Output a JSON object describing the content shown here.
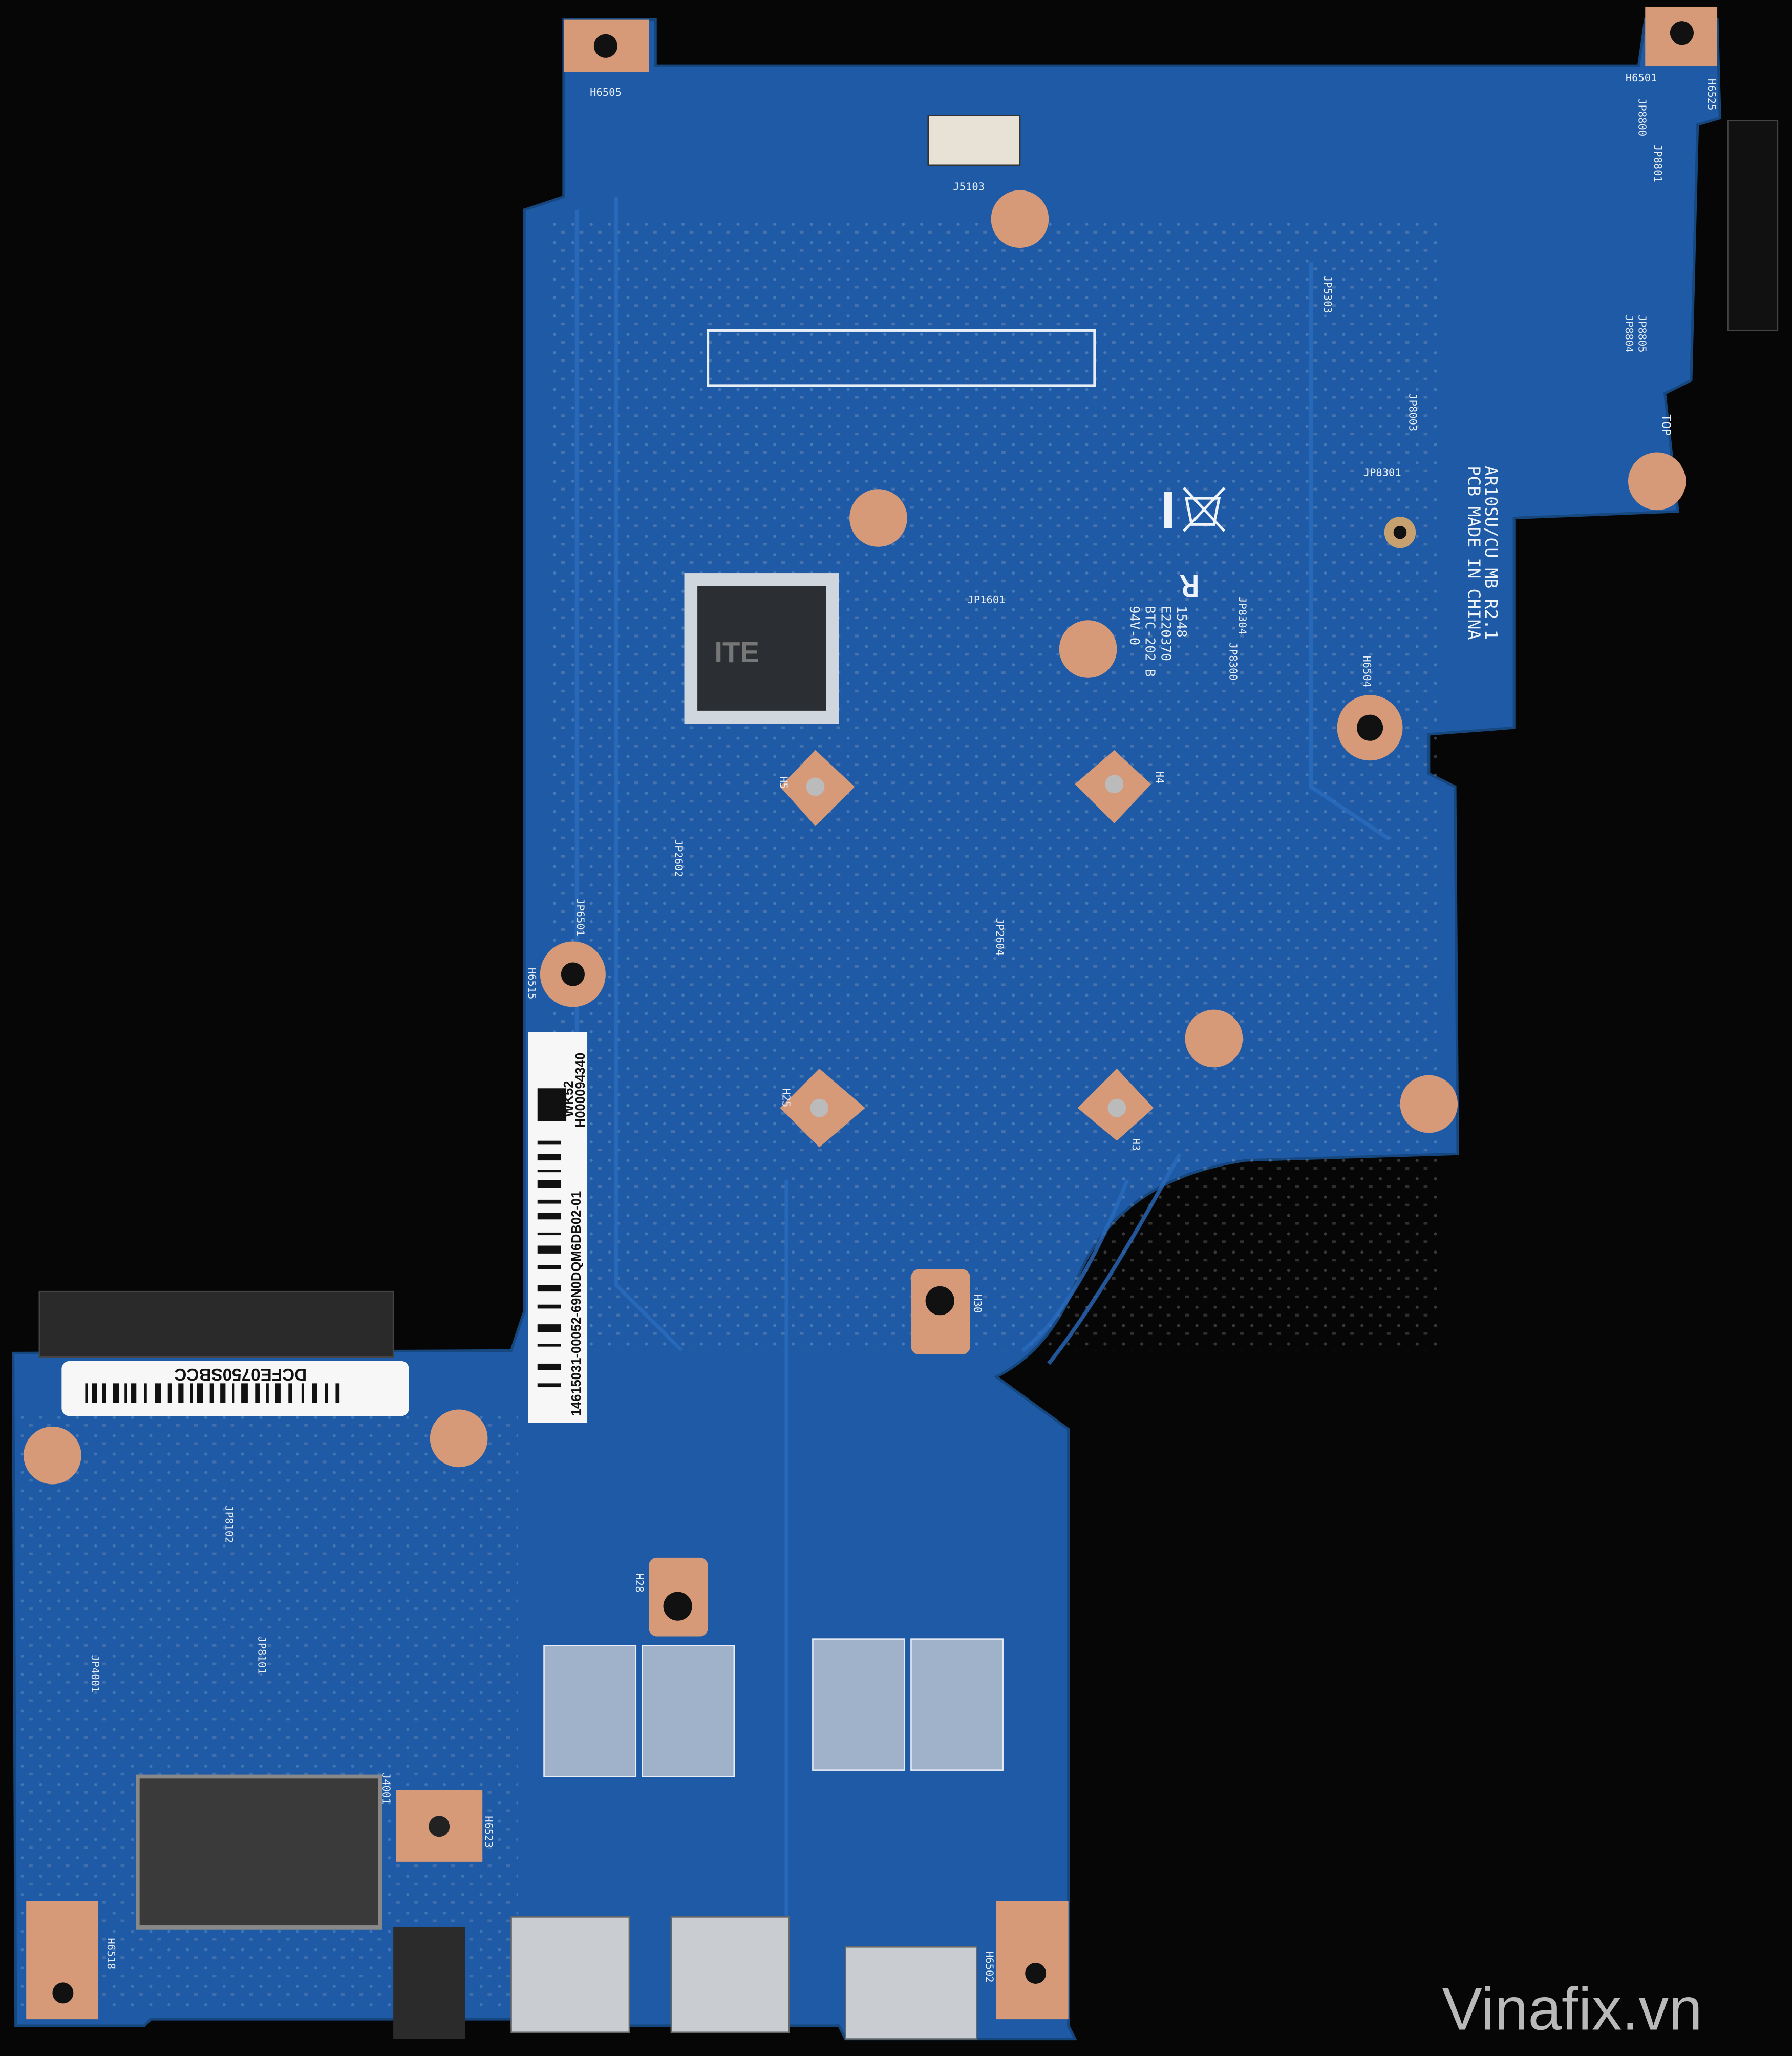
{
  "board": {
    "model": "AR10SU/CU MB R2.1",
    "origin": "PCB MADE IN CHINA",
    "ul_number": "E220370",
    "ul_code": "BTC-202 B",
    "flame_rating": "94V-0",
    "date_code": "1548",
    "orientation_mark": "TOP",
    "chip_brand": "ITE",
    "colors": {
      "pcb": "#1f5aa6",
      "pad": "#d69a78",
      "background": "#060606"
    }
  },
  "refdes": {
    "h6505": "H6505",
    "j5103": "J5103",
    "h6501": "H6501",
    "h6525": "H6525",
    "jp8800": "JP8800",
    "jp8801": "JP8801",
    "jp5303": "JP5303",
    "jp8805": "JP8805",
    "jp8804": "JP8804",
    "jp8003": "JP8003",
    "jp8301": "JP8301",
    "jp1601": "JP1601",
    "jp8304": "JP8304",
    "jp8300": "JP8300",
    "h6504": "H6504",
    "h5": "H5",
    "h4": "H4",
    "jp2602": "JP2602",
    "jp2604": "JP2604",
    "jp6501": "JP6501",
    "h6515": "H6515",
    "h25": "H25",
    "h3": "H3",
    "h30": "H30",
    "jp8102": "JP8102",
    "jp8101": "JP8101",
    "jp4001": "JP4001",
    "h28": "H28",
    "h6523": "H6523",
    "h6518": "H6518",
    "h6502": "H6502",
    "j4001": "J4001"
  },
  "labels": {
    "serial_label": {
      "week": "WK52",
      "id": "H000094340",
      "barcode_text": "14615031-00052-69N0DQM6DB02-01"
    },
    "mac_label": {
      "text": "DCFE0750SBCC"
    }
  },
  "watermark": "Vinafix.vn"
}
